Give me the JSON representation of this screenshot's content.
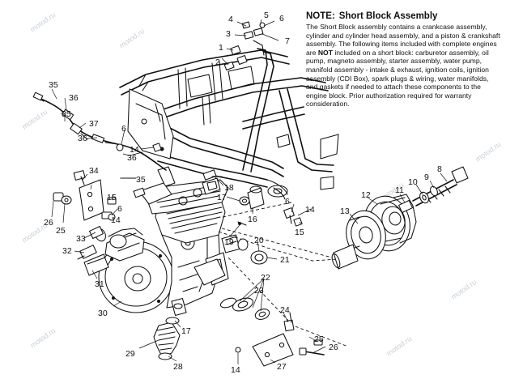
{
  "note": {
    "title_lead": "NOTE:",
    "title": "Short Block Assembly",
    "body_1": "The Short Block assembly contains a crankcase assembly, cylinder and cylinder head assembly, and a piston & crankshaft assembly.  The following items included with complete engines are ",
    "body_not": "NOT",
    "body_2": " included on a short block:  carburetor assembly, oil pump, magneto assembly, starter assembly, water pump, manifold assembly - intake & exhaust, ignition coils, ignition assembly (CDI Box), spark plugs & wiring, water manifolds, and gaskets if needed to attach these components to the engine block.  Prior authorization required for warranty consideration."
  },
  "watermark": "motod.ru",
  "callouts": {
    "c1": "1",
    "c2": "2",
    "c3": "3",
    "c4": "4",
    "c5": "5",
    "c6": "6",
    "c7": "7",
    "c8": "8",
    "c9": "9",
    "c10": "10",
    "c11": "11",
    "c12": "12",
    "c13": "13",
    "c14": "14",
    "c15": "15",
    "c16": "16",
    "c17": "17",
    "c18": "18",
    "c19": "19",
    "c20": "20",
    "c21": "21",
    "c22": "22",
    "c23": "23",
    "c24": "24",
    "c25": "25",
    "c26": "26",
    "c27": "27",
    "c28": "28",
    "c29": "29",
    "c30": "30",
    "c31": "31",
    "c32": "32",
    "c33": "33",
    "c34": "34",
    "c35": "35",
    "c36": "36",
    "c37": "37"
  }
}
